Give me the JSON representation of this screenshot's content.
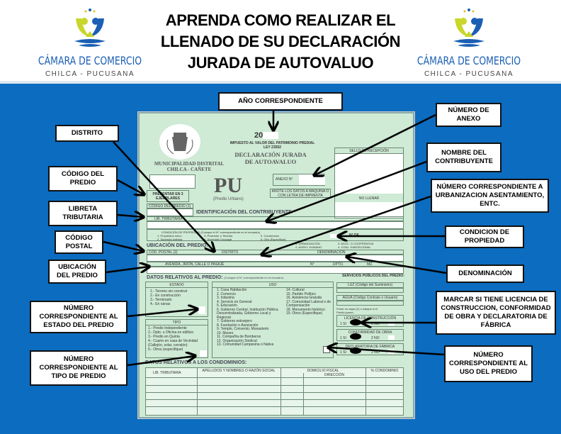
{
  "header": {
    "title_lines": [
      "APRENDA COMO REALIZAR EL",
      "LLENADO DE SU DECLARACIÓN",
      "JURADA DE AUTOVALUO"
    ],
    "logo_name": "CÁMARA DE COMERCIO",
    "logo_sub": "CHILCA - PUCUSANA"
  },
  "form": {
    "year": "20",
    "tax": "IMPUESTO AL VALOR DEL PATRIMONIO PREDIAL",
    "law": "LEY 23552",
    "doc_title": [
      "DECLARACIÓN JURADA",
      "DE AUTOAVALUO"
    ],
    "municipality": [
      "MUNICIPALIDAD DISTRITAL",
      "CHILCA - CAÑETE"
    ],
    "pu": "PU",
    "pu_sub": "(Predio Urbano)",
    "present": "PRESENTAR EN 3 EJEMPLARES",
    "anexo": "ANEXO N°",
    "anote": "ANOTE LOS DATOS A MAQUINA O CON LETRA DE IMPRENTA",
    "sello": "SELLO DE RECEPCIÓN",
    "no_llenar": "NO LLENAR",
    "codigo_predio": "CÓDIGO DEL PREDIO (1)",
    "identificacion": "IDENTIFICACIÓN DEL CONTRIBUYENTE",
    "lib_tributaria": "LIB. TRIBUTARIA",
    "condicion": "CONDICIÓN DE PROPIEDAD (Coloque el N° correspondiente en el recuadro)",
    "condicion_opts": [
      "1. Propietario único",
      "2. Sucesión indivisa",
      "3. Poseedor o Tenedor",
      "4. Sociedad Conyugal",
      "5. Condominio",
      "6. Otro (Especificar)"
    ],
    "n_de": "N° DE",
    "ubicacion": "UBICACIÓN DEL PREDIO:",
    "urb_opts": [
      "1. URBANIZACIÓN",
      "2. ASENT. HUMANO",
      "3. ASOC. O COOPERATIVA",
      "4. CONJ. HABITACIONAL"
    ],
    "cod_postal": "CÓD. POSTAL (2)",
    "distrito": "DISTRITO",
    "denominacion": "DENOMINACIÓN",
    "avenida": "AVENIDA, JIRÓN, CALLE O PASAJE",
    "numero": "N°",
    "dpto": "DPTO.",
    "mz": "MZ.",
    "datos_predio": "DATOS RELATIVOS AL PREDIO:",
    "datos_predio_note": "(Coloque el N° correspondiente en el recuadro)",
    "estado_title": "ESTADO",
    "estado": [
      "1.- Terreno sin construir",
      "2.- En construcción",
      "3.- Terminado",
      "4.- En ruinas"
    ],
    "tipo_title": "TIPO",
    "tipo": [
      "1.- Predio Independiente",
      "2.- Dpto. u Oficina en edificio",
      "3.- Predio en Quinta",
      "4.- Cuarto en casa de Vecindad (Callejón, solar, corralón)",
      "5.- Otros (especifique)"
    ],
    "uso_title": "USO",
    "uso_left": [
      "1. Casa Habitación",
      "2. Comercio",
      "3. Industria",
      "4. Servicio en General",
      "5. Educación",
      "6. Gobierno Central, Institución Pública Descentralizada, Gobierno Local y Regional",
      "7. Gobierno extranjero",
      "8. Fundación o Asociación",
      "9. Templo, Convento, Monasterio",
      "10. Museo",
      "11. Compañía de Bomberos",
      "12. Organización Sindical",
      "13. Comunidad Campesina o Nativa"
    ],
    "uso_right": [
      "14. Cultural",
      "15. Partido Político",
      "16. Asistencia Gratuita",
      "17. Comunidad Laboral o de Compensación",
      "18. Monumento histórico",
      "19. Otros (Especifique)"
    ],
    "servicios": "SERVICIOS PÚBLICOS DEL PREDIO:",
    "luz": "LUZ (Código del Suministro)",
    "agua": "AGUA (Código Contrato o Usuario)",
    "poner": "Poner un aspa (X) o indique si el Predio posee:",
    "licencia": "LICENCIA DE CONSTRUCCIÓN",
    "conformidad": "CONFORMIDAD DE OBRA",
    "declaratoria": "DECLARATORIA DE FÁBRICA",
    "si": "1  SI",
    "no": "2  NO",
    "condominios": "DATOS RELATIVOS A LOS CONDOMINIOS:",
    "cond_cols": [
      "LIB. TRIBUTARIA",
      "APELLIDOS Y NOMBRES O RAZÓN SOCIAL",
      "DOMICILIO FISCAL",
      "DIRECCIÓN",
      "% CONDOMINIO"
    ]
  },
  "callouts": {
    "ano": "AÑO CORRESPONDIENTE",
    "distrito": "DISTRITO",
    "codigo_predio": "CÓDIGO DEL PREDIO",
    "libreta": "LIBRETA TRIBUTARIA",
    "codigo_postal": "CÓDIGO POSTAL",
    "ubicacion": "UBICACIÓN DEL PREDIO",
    "estado": "NÚMERO CORRESPONDIENTE AL ESTADO DEL PREDIO",
    "tipo": "NÚMERO CORRESPONDIENTE AL TIPO DE PREDIO",
    "anexo": "NÚMERO DE ANEXO",
    "contribuyente": "NOMBRE DEL CONTRIBUYENTE",
    "urbanizacion": "NÚMERO CORRESPONDIENTE A URBANIZACION ASENTAMIENTO, ENTC.",
    "condicion": "CONDICION DE PROPIEDAD",
    "denominacion": "DENOMINACIÓN",
    "licencia": "MARCAR SI TIENE LICENCIA DE CONSTRUCCION, CONFORMIDAD DE OBRA Y DECLARATORIA DE FÁBRICA",
    "uso": "NÚMERO CORRESPONDIENTE AL USO DEL PREDIO"
  },
  "colors": {
    "background": "#0b6cc0",
    "form": "#cfead5",
    "brand": "#1a5fb4"
  }
}
